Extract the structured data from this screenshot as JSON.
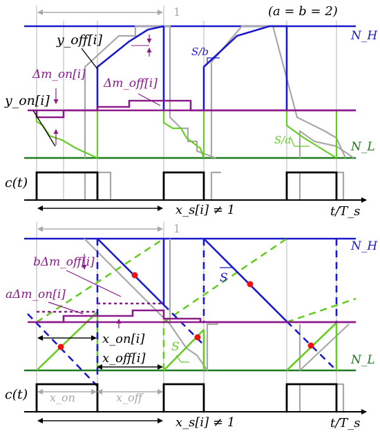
{
  "colors": {
    "blue": "#1a1acc",
    "green": "#66cc22",
    "dark_green": "#1e7a1e",
    "purple": "#8a1a8a",
    "gray": "#a8a8a8",
    "black": "#000000",
    "red": "#ee1111"
  },
  "top": {
    "condition": "(a = b = 2)",
    "ruler_mark": "1",
    "level_high": "N_H",
    "level_low": "N_L",
    "y_off": "y_off[i]",
    "y_on": "y_on[i]",
    "dm_on": "Δm_on[i]",
    "dm_off": "Δm_off[i]",
    "slope_high": "S/b",
    "slope_low": "S/a",
    "signal_label": "c(t)",
    "time_axis": "t/T_s",
    "xs_label": "x_s[i] ≠ 1"
  },
  "bottom": {
    "ruler_mark": "1",
    "level_high": "N_H",
    "level_low": "N_L",
    "b_dm_off": "bΔm_off[i]",
    "a_dm_on": "aΔm_on[i]",
    "x_on_i": "x_on[i]",
    "x_off_i": "x_off[i]",
    "slope_s": "S",
    "signal_label": "c(t)",
    "x_on": "x_on",
    "x_off": "x_off",
    "time_axis": "t/T_s",
    "xs_label": "x_s[i] ≠ 1"
  }
}
